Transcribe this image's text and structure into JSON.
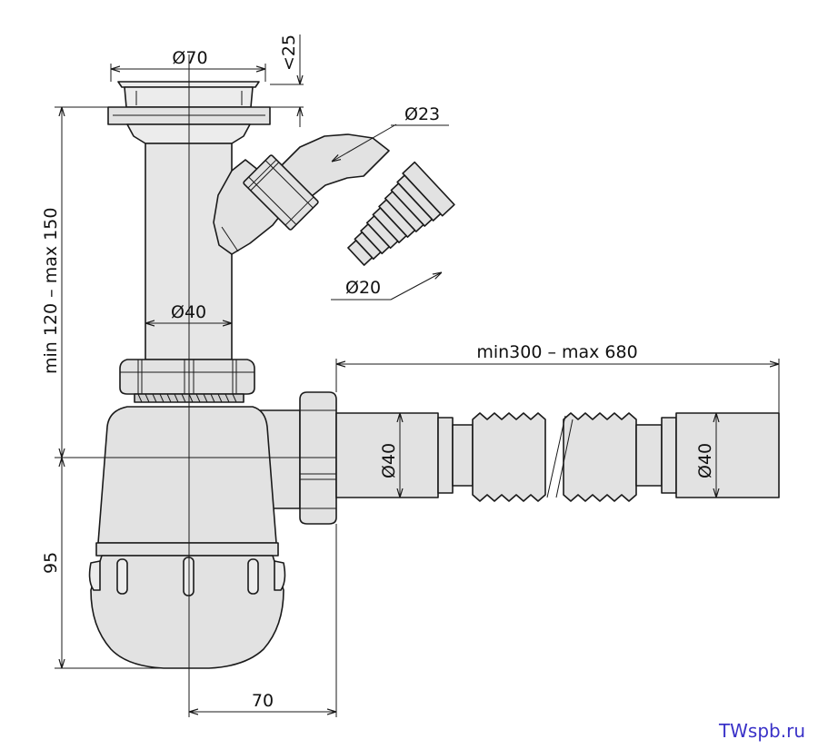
{
  "dimensions": {
    "flange_diameter": "Ø70",
    "flange_gap": "<25",
    "side_outlet_outer_diameter": "Ø23",
    "side_outlet_inner_diameter": "Ø20",
    "pipe_diameter": "Ø40",
    "height_range": "min 120 – max 150",
    "hose_length_range": "min300 – max 680",
    "hose_inlet_diameter": "Ø40",
    "hose_outlet_diameter": "Ø40",
    "trap_height": "95",
    "trap_offset": "70"
  },
  "watermark": {
    "text": "TWspb.ru",
    "color": "#3a32c8"
  },
  "colors": {
    "line": "#1a1a1a",
    "fill": "#e2e2e2"
  }
}
